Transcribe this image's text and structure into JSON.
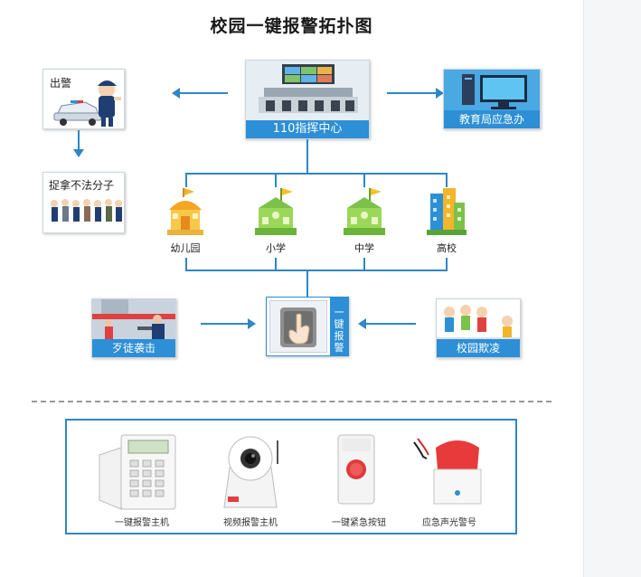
{
  "title": "校园一键报警拓扑图",
  "nodes": {
    "dispatch": "出警",
    "arrest": "捉拿不法分子",
    "center": "110指挥中心",
    "education": "教育局应急办",
    "kindergarten": "幼儿园",
    "primary": "小学",
    "middle": "中学",
    "college": "高校",
    "alarm": "一键报警",
    "attack": "歹徒袭击",
    "bullying": "校园欺凌"
  },
  "devices": [
    {
      "label": "一键报警主机"
    },
    {
      "label": "视频报警主机"
    },
    {
      "label": "一键紧急按钮"
    },
    {
      "label": "应急声光警号"
    }
  ],
  "colors": {
    "accent": "#2f86c8",
    "caption": "#2d8fd5"
  }
}
